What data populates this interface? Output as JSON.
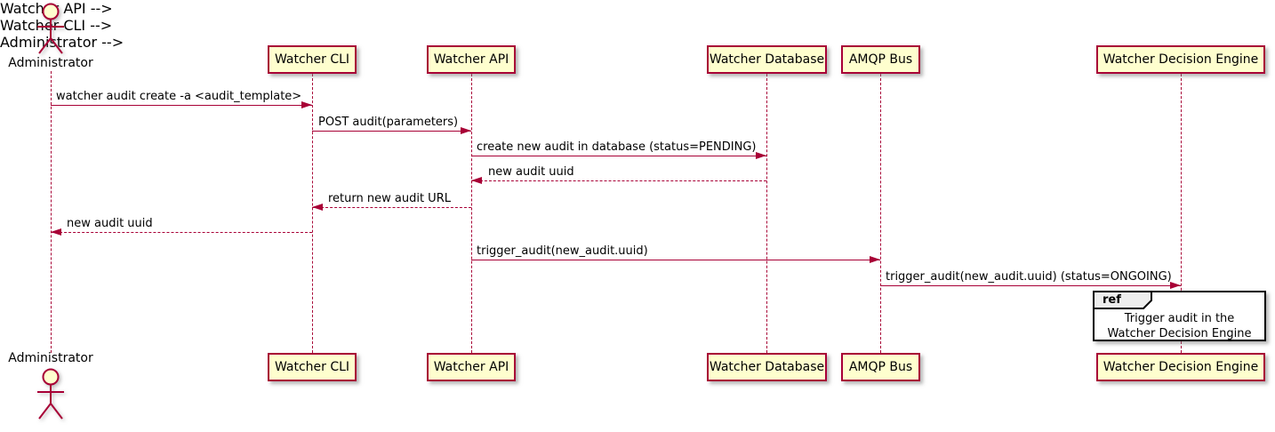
{
  "diagram": {
    "type": "sequence-diagram",
    "actor": {
      "name": "Administrator"
    },
    "participants": [
      {
        "name": "Watcher CLI"
      },
      {
        "name": "Watcher API"
      },
      {
        "name": "Watcher Database"
      },
      {
        "name": "AMQP Bus"
      },
      {
        "name": "Watcher Decision Engine"
      }
    ],
    "messages": [
      {
        "from": "Administrator",
        "to": "Watcher CLI",
        "style": "solid",
        "label": "watcher audit create -a <audit_template>"
      },
      {
        "from": "Watcher CLI",
        "to": "Watcher API",
        "style": "solid",
        "label": "POST audit(parameters)"
      },
      {
        "from": "Watcher API",
        "to": "Watcher Database",
        "style": "solid",
        "label": "create new audit in database (status=PENDING)"
      },
      {
        "from": "Watcher Database",
        "to": "Watcher API",
        "style": "dashed",
        "label": "new audit uuid"
      },
      {
        "from": "Watcher API",
        "to": "Watcher CLI",
        "style": "dashed",
        "label": "return new audit URL"
      },
      {
        "from": "Watcher CLI",
        "to": "Administrator",
        "style": "dashed",
        "label": "new audit uuid"
      },
      {
        "from": "Watcher API",
        "to": "AMQP Bus",
        "style": "solid",
        "label": "trigger_audit(new_audit.uuid)"
      },
      {
        "from": "AMQP Bus",
        "to": "Watcher Decision Engine",
        "style": "solid",
        "label": "trigger_audit(new_audit.uuid) (status=ONGOING)"
      }
    ],
    "ref": {
      "keyword": "ref",
      "line1": "Trigger audit in the",
      "line2": "Watcher Decision Engine"
    },
    "colors": {
      "accent": "#A80036",
      "participant_fill": "#FEFECE",
      "ref_header_fill": "#EEEEEE",
      "ref_border": "#000000",
      "text": "#000000",
      "background": "#FFFFFF"
    }
  }
}
